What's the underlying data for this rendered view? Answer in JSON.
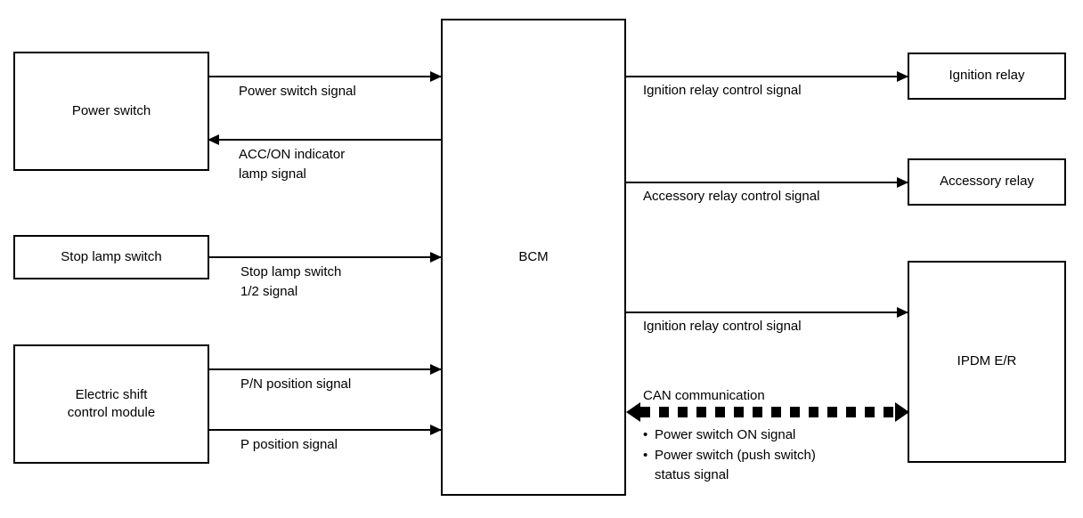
{
  "diagram": {
    "title": "BCM power supply and signal block diagram",
    "type": "block-diagram",
    "background_color": "#ffffff",
    "line_color": "#000000"
  },
  "nodes": {
    "power_switch": "Power switch",
    "stop_lamp_switch": "Stop lamp switch",
    "electric_shift_control_module": "Electric shift\ncontrol module",
    "bcm": "BCM",
    "ignition_relay": "Ignition relay",
    "accessory_relay": "Accessory relay",
    "ipdm_er": "IPDM E/R"
  },
  "edges": {
    "power_switch_signal": "Power switch signal",
    "acc_on_indicator_lamp_signal": "ACC/ON indicator\nlamp signal",
    "stop_lamp_switch_signal": "Stop lamp switch\n1/2 signal",
    "pn_position_signal": "P/N position signal",
    "p_position_signal": "P position signal",
    "ignition_relay_control_signal_1": "Ignition relay control signal",
    "accessory_relay_control_signal": "Accessory relay control signal",
    "ignition_relay_control_signal_2": "Ignition relay control signal",
    "can_communication": "CAN communication"
  },
  "can_signals": [
    "Power switch ON signal",
    "Power switch (push switch)\n status signal"
  ]
}
